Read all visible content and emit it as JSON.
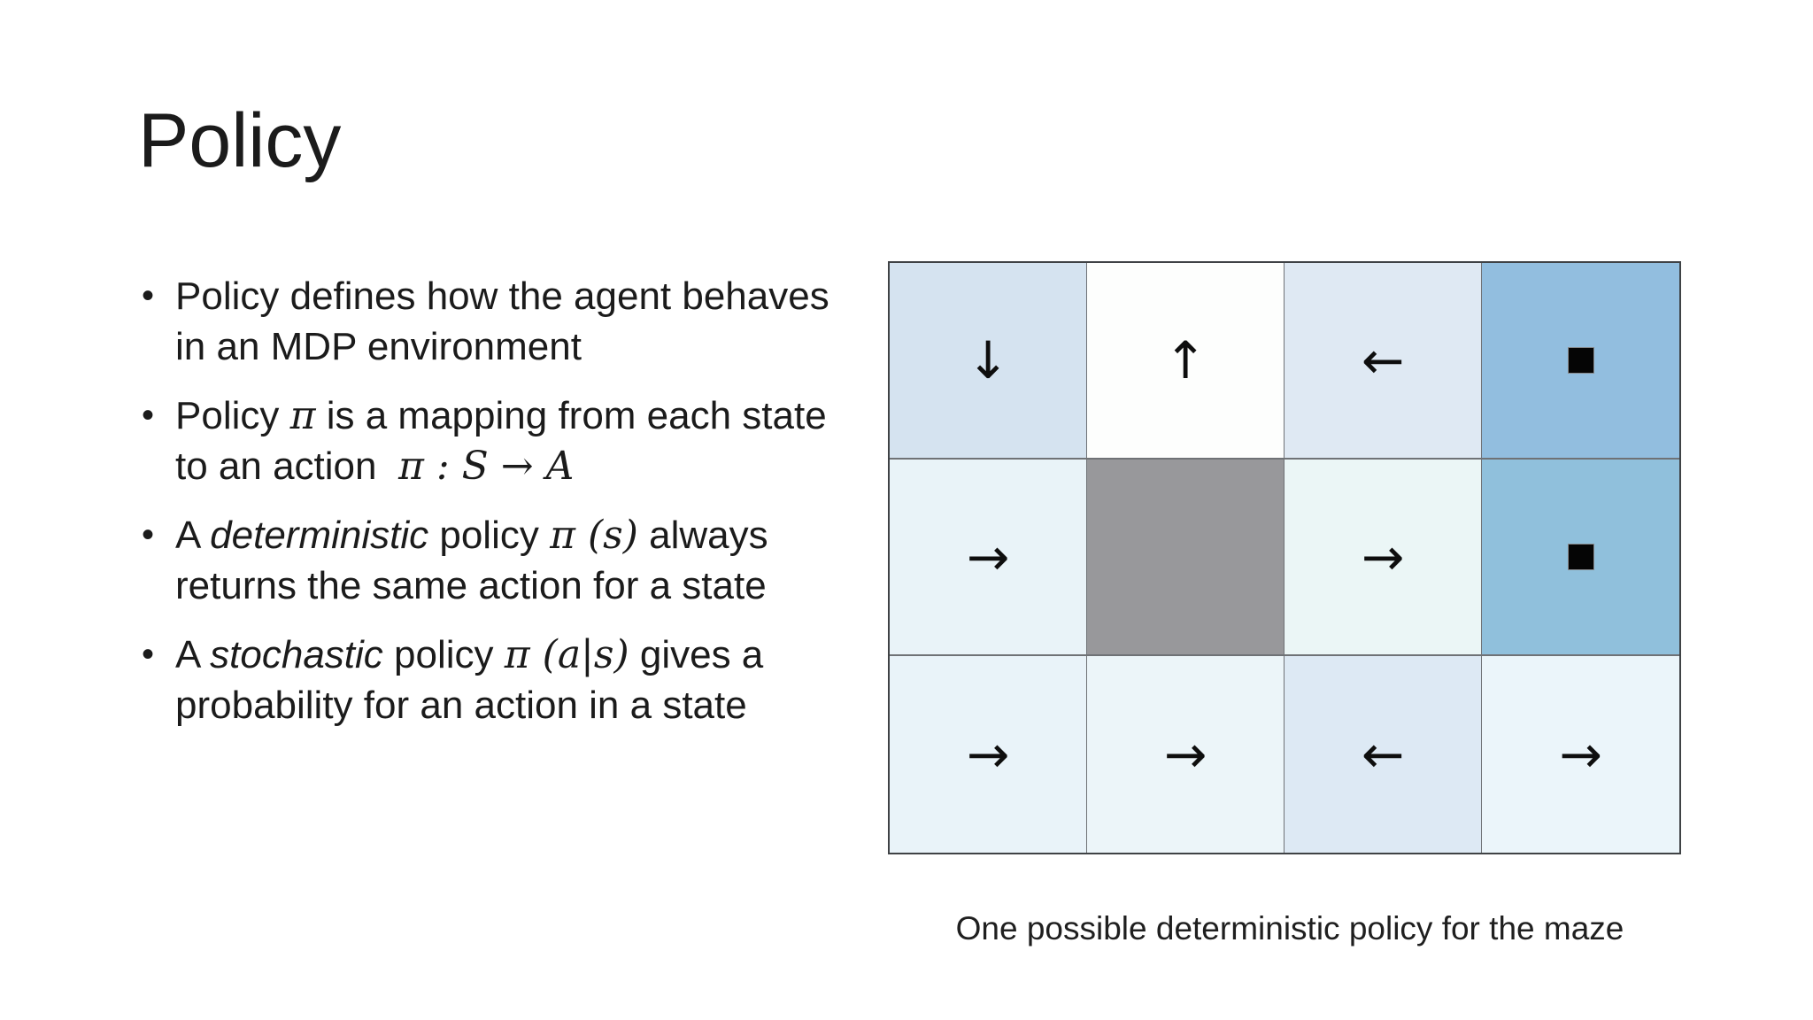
{
  "slide": {
    "title": "Policy",
    "bullet_char": "•",
    "bullets": [
      {
        "runs": [
          {
            "t": "Policy defines how the agent behaves\nin an MDP environment",
            "s": "p"
          }
        ]
      },
      {
        "runs": [
          {
            "t": "Policy ",
            "s": "p"
          },
          {
            "t": "π",
            "s": "m"
          },
          {
            "t": " is a mapping from each state\nto an action  ",
            "s": "p"
          },
          {
            "t": "π : S → A",
            "s": "m"
          }
        ]
      },
      {
        "runs": [
          {
            "t": "A ",
            "s": "p"
          },
          {
            "t": "deterministic",
            "s": "i"
          },
          {
            "t": " policy ",
            "s": "p"
          },
          {
            "t": "π (s)",
            "s": "m"
          },
          {
            "t": " always\nreturns the same action for a state",
            "s": "p"
          }
        ]
      },
      {
        "runs": [
          {
            "t": "A ",
            "s": "p"
          },
          {
            "t": "stochastic",
            "s": "i"
          },
          {
            "t": " policy ",
            "s": "p"
          },
          {
            "t": "π (a|s)",
            "s": "m"
          },
          {
            "t": " gives a\nprobability for an action in a state",
            "s": "p"
          }
        ]
      }
    ],
    "caption": "One possible deterministic policy for the maze"
  },
  "maze": {
    "rows": 3,
    "cols": 4,
    "cells": [
      {
        "row": 0,
        "col": 0,
        "symbol": "↓",
        "name": "arrow-down",
        "color": "#d5e3f0"
      },
      {
        "row": 0,
        "col": 1,
        "symbol": "↑",
        "name": "arrow-up",
        "color": "#fdfefd"
      },
      {
        "row": 0,
        "col": 2,
        "symbol": "←",
        "name": "arrow-left",
        "color": "#dfe9f3"
      },
      {
        "row": 0,
        "col": 3,
        "symbol": "■",
        "name": "terminal-square",
        "color": "#92bedf"
      },
      {
        "row": 1,
        "col": 0,
        "symbol": "→",
        "name": "arrow-right",
        "color": "#e9f3f8"
      },
      {
        "row": 1,
        "col": 1,
        "symbol": "",
        "name": "blocked",
        "color": "#98989b"
      },
      {
        "row": 1,
        "col": 2,
        "symbol": "→",
        "name": "arrow-right",
        "color": "#ebf6f6"
      },
      {
        "row": 1,
        "col": 3,
        "symbol": "■",
        "name": "terminal-square",
        "color": "#90c0dc"
      },
      {
        "row": 2,
        "col": 0,
        "symbol": "→",
        "name": "arrow-right",
        "color": "#e9f3f9"
      },
      {
        "row": 2,
        "col": 1,
        "symbol": "→",
        "name": "arrow-right",
        "color": "#ecf5f9"
      },
      {
        "row": 2,
        "col": 2,
        "symbol": "←",
        "name": "arrow-left",
        "color": "#dde9f4"
      },
      {
        "row": 2,
        "col": 3,
        "symbol": "→",
        "name": "arrow-right",
        "color": "#ebf5fa"
      }
    ],
    "palette": {
      "grid_border": "#3f4245",
      "cell_border": "#6f7276",
      "symbol_color": "#0e0e0e",
      "text_color": "#1b1b1b"
    }
  }
}
